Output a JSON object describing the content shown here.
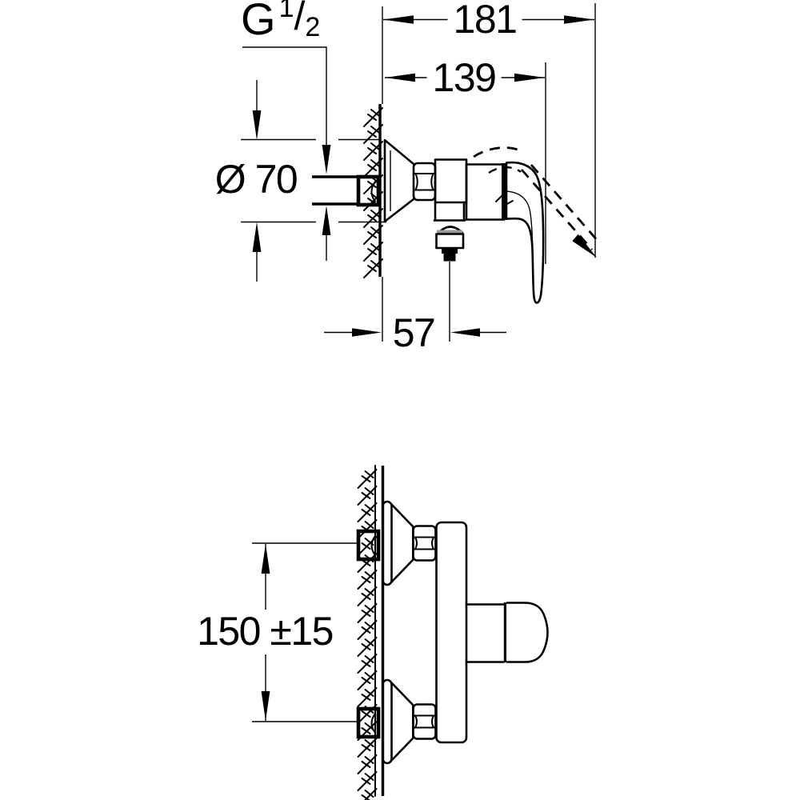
{
  "labels": {
    "thread_g": "G",
    "thread_num": "1",
    "thread_slash": "/",
    "thread_den": "2",
    "overall_depth": "181",
    "depth_to_handle": "139",
    "escutcheon_diameter": "Ø 70",
    "outlet_offset": "57",
    "connection_centers": "150 ±15"
  },
  "colors": {
    "line": "#000000",
    "background": "#ffffff",
    "outlet_band": "#999999"
  }
}
